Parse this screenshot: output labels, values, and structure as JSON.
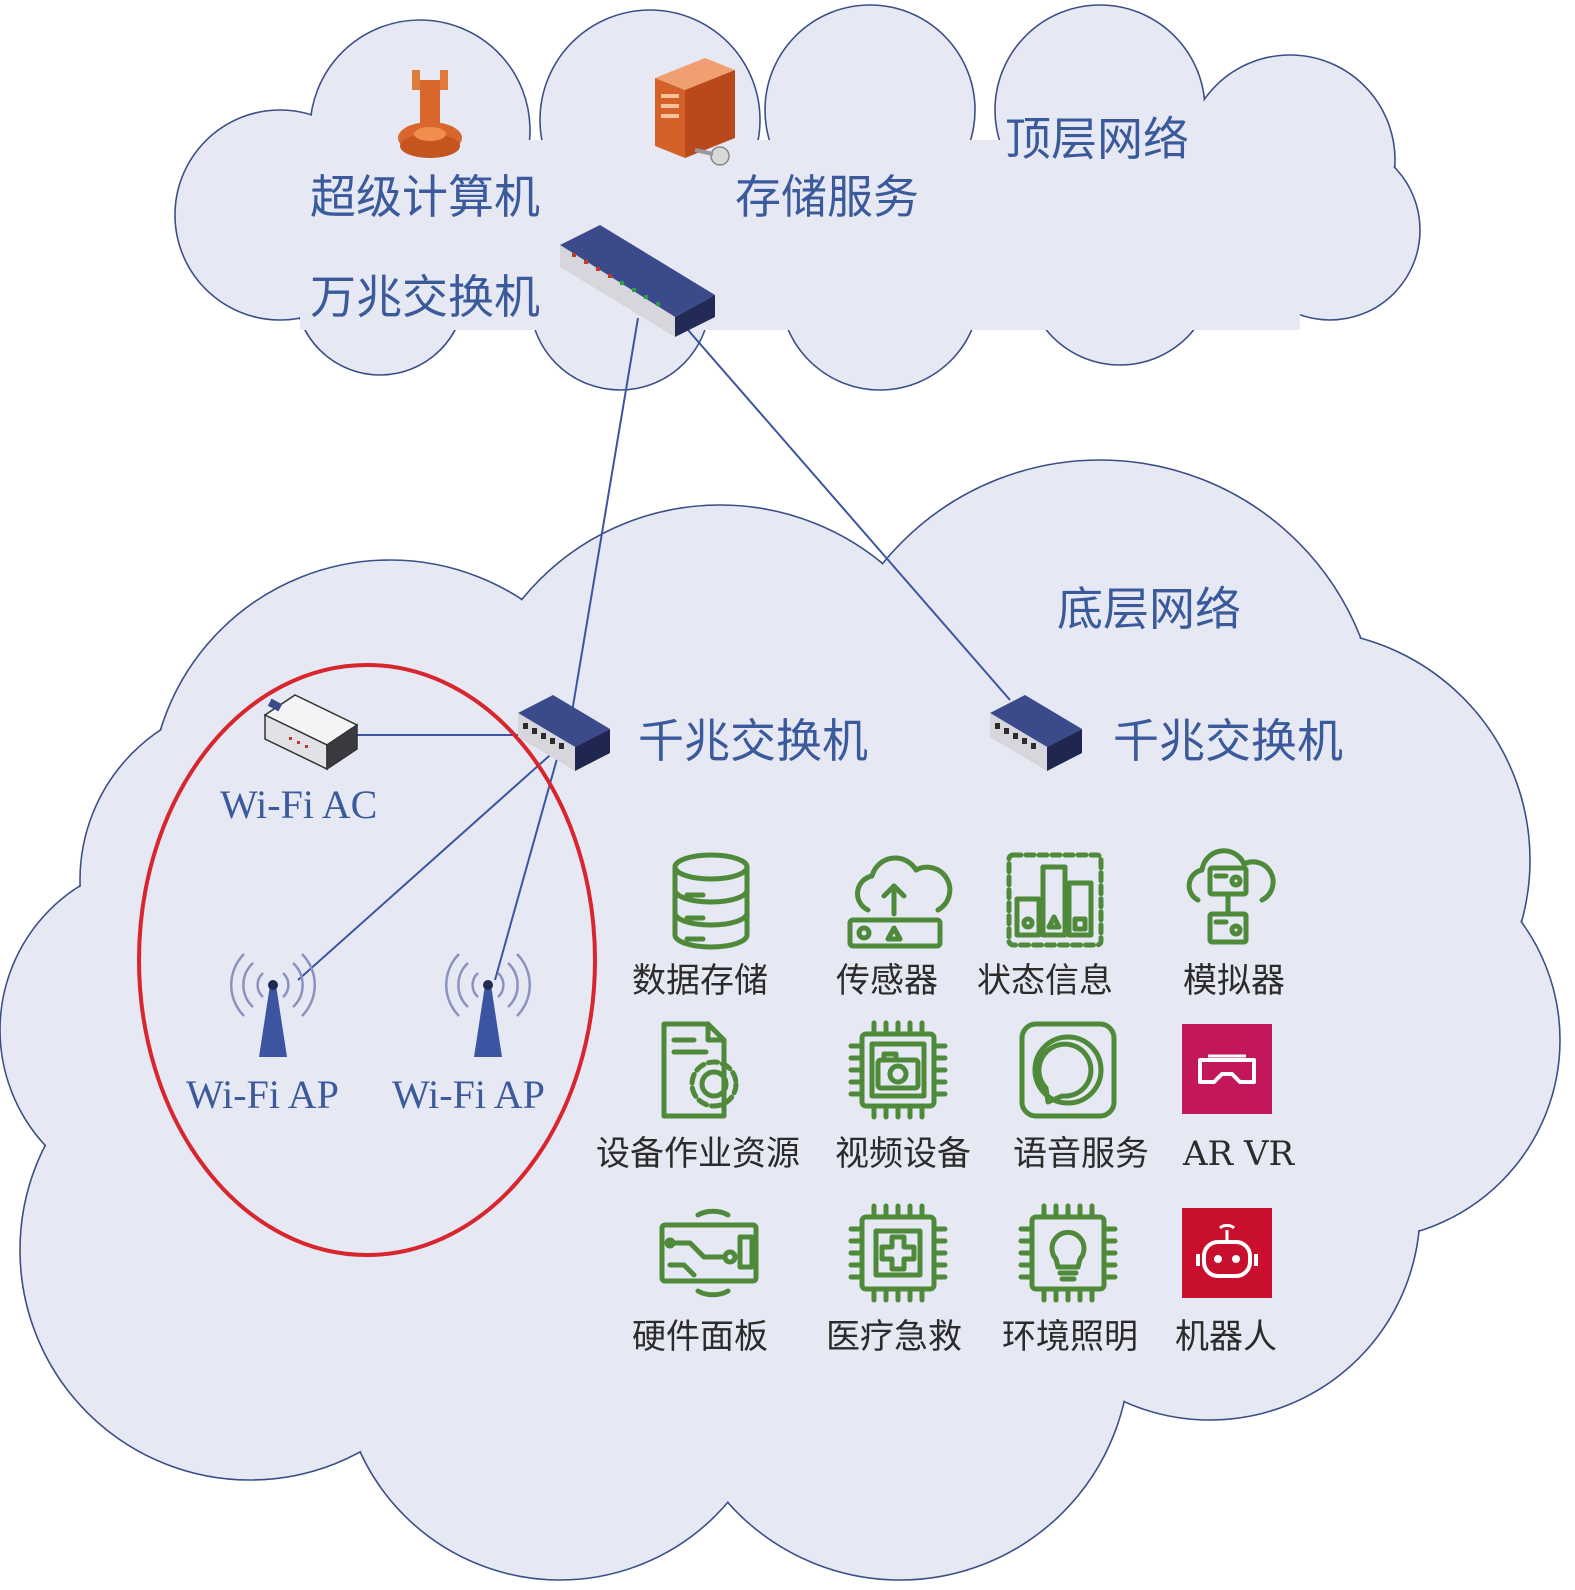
{
  "top_network": {
    "title": "顶层网络",
    "supercomputer_label": "超级计算机",
    "storage_label": "存储服务",
    "core_switch_label": "万兆交换机"
  },
  "bottom_network": {
    "title": "底层网络",
    "switch_left_label": "千兆交换机",
    "switch_right_label": "千兆交换机",
    "wifi_ac_label": "Wi-Fi AC",
    "wifi_ap1_label": "Wi-Fi AP",
    "wifi_ap2_label": "Wi-Fi AP",
    "devices": [
      {
        "label": "数据存储",
        "icon": "database-icon"
      },
      {
        "label": "传感器",
        "icon": "cloud-upload-router-icon"
      },
      {
        "label": "状态信息",
        "icon": "bar-chart-icon"
      },
      {
        "label": "模拟器",
        "icon": "cloud-server-icon"
      },
      {
        "label": "设备作业资源",
        "icon": "document-gear-icon"
      },
      {
        "label": "视频设备",
        "icon": "camera-chip-icon"
      },
      {
        "label": "语音服务",
        "icon": "voice-assistant-icon"
      },
      {
        "label": "AR VR",
        "icon": "vr-headset-icon"
      },
      {
        "label": "硬件面板",
        "icon": "circuit-board-icon"
      },
      {
        "label": "医疗急救",
        "icon": "medical-chip-icon"
      },
      {
        "label": "环境照明",
        "icon": "lightbulb-chip-icon"
      },
      {
        "label": "机器人",
        "icon": "robot-icon"
      }
    ]
  },
  "colors": {
    "cloud_fill": "#e6e8f3",
    "cloud_stroke": "#3b4f87",
    "label_blue": "#3a5a9b",
    "icon_green": "#4e8a3a",
    "wifi_circle": "#d8262f",
    "vr_tile": "#c2185b",
    "robot_tile": "#c8102e"
  }
}
